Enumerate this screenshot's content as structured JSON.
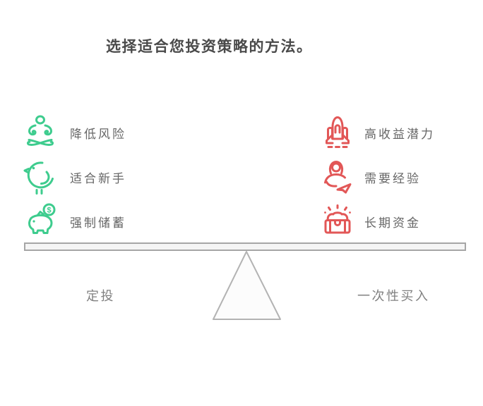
{
  "title": "选择适合您投资策略的方法。",
  "colors": {
    "green": "#3ecc8e",
    "red": "#e25757",
    "title_text": "#4a4a4a",
    "label_text": "#666666",
    "footer_text": "#808080",
    "beam_fill": "#f5f5f5",
    "beam_border": "#a6a6a6",
    "triangle_fill": "#fcfcfc",
    "triangle_border": "#b3b3b3"
  },
  "left_column": {
    "theme": "green",
    "items": [
      {
        "icon": "meditation-icon",
        "label": "降低风险"
      },
      {
        "icon": "bird-icon",
        "label": "适合新手"
      },
      {
        "icon": "piggy-bank-icon",
        "label": "强制储蓄"
      }
    ]
  },
  "right_column": {
    "theme": "red",
    "items": [
      {
        "icon": "rocket-icon",
        "label": "高收益潜力"
      },
      {
        "icon": "experience-icon",
        "label": "需要经验"
      },
      {
        "icon": "treasure-chest-icon",
        "label": "长期资金"
      }
    ]
  },
  "seesaw": {
    "left_label": "定投",
    "right_label": "一次性买入"
  }
}
